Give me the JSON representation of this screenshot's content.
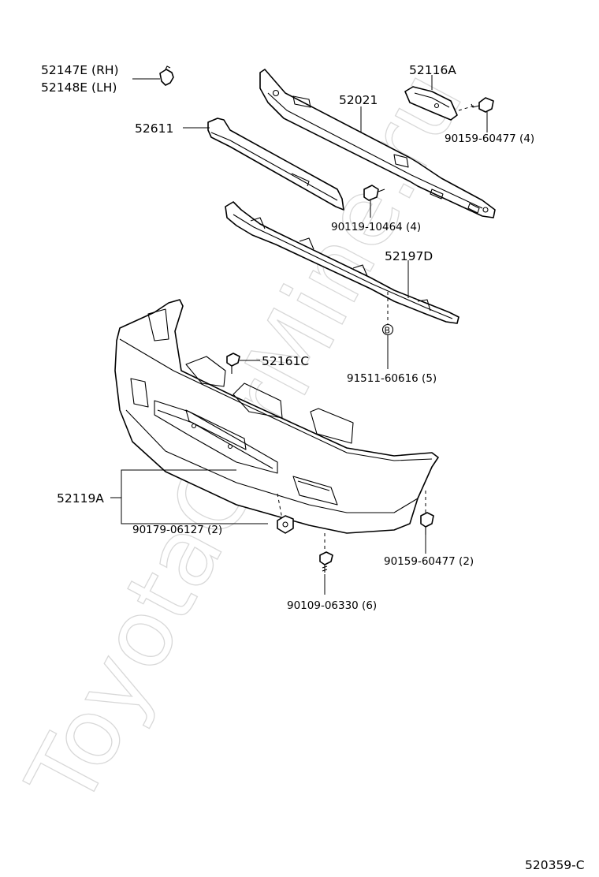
{
  "watermark": "ToyotaCarMine.ru",
  "labels": {
    "p52147e": "52147E (RH)",
    "p52148e": "52148E (LH)",
    "p52611": "52611",
    "p52021": "52021",
    "p52116a": "52116A",
    "p90159_top": "90159-60477 (4)",
    "p90119": "90119-10464 (4)",
    "p52197d": "52197D",
    "callout_b": "B",
    "p91511": "91511-60616 (5)",
    "p52161c": "52161C",
    "p52119a": "52119A",
    "p90179": "90179-06127 (2)",
    "p90159_bottom": "90159-60477 (2)",
    "p90109": "90109-06330 (6)",
    "diagram_code": "520359-C"
  }
}
